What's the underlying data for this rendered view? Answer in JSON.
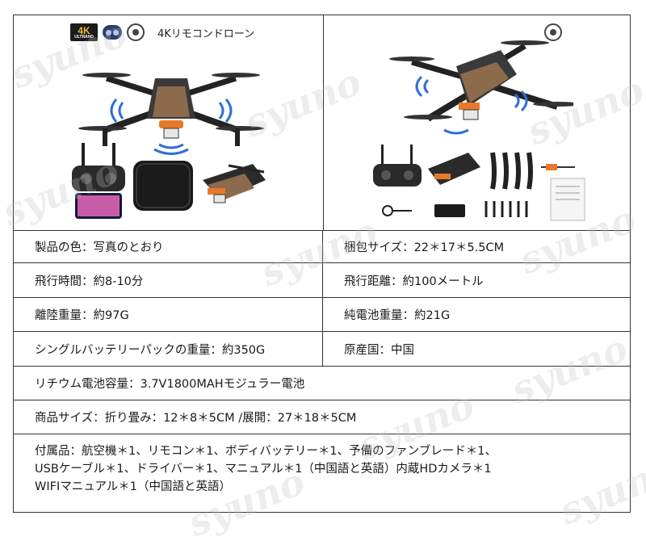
{
  "header": {
    "title": "4Kリモコンドローン"
  },
  "icons": {
    "badge_4k": "4K",
    "badge_4k_sub": "ULTRAHD",
    "dual_camera": "dual-camera-icon",
    "obstacle_avoidance": "obstacle-avoidance-icon"
  },
  "watermark": "syuno",
  "specs": {
    "color": "製品の色：写真のとおり",
    "package_size": "梱包サイズ：22＊17＊5.5CM",
    "flight_time": "飛行時間：約8-10分",
    "flight_distance": "飛行距離：約100メートル",
    "takeoff_weight": "離陸重量：約97G",
    "battery_weight": "純電池重量：約21G",
    "single_battery_pack_weight": "シングルバッテリーパックの重量：約350G",
    "origin": "原産国：中国",
    "battery_capacity": "リチウム電池容量：3.7V1800MAHモジュラー電池",
    "product_size": "商品サイズ：折り畳み：12＊8＊5CM /展開：27＊18＊5CM"
  },
  "accessories": {
    "line1": "付属品：航空機＊1、リモコン＊1、ボディバッテリー＊1、予備のファンブレード＊1、",
    "line2": "USBケーブル＊1、ドライバー＊1、マニュアル＊1（中国語と英語）内蔵HDカメラ＊1",
    "line3": "WIFIマニュアル＊1（中国語と英語）"
  },
  "colors": {
    "drone_body": "#2b2b2b",
    "accent_orange": "#e8792b",
    "signal_blue": "#2f6fd6",
    "border": "#333333"
  }
}
